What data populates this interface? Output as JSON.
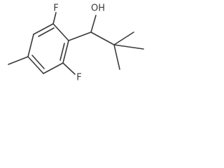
{
  "structure": {
    "atoms": {
      "fluorine_top": "F",
      "fluorine_bottom": "F",
      "hydroxyl": "OH"
    }
  }
}
